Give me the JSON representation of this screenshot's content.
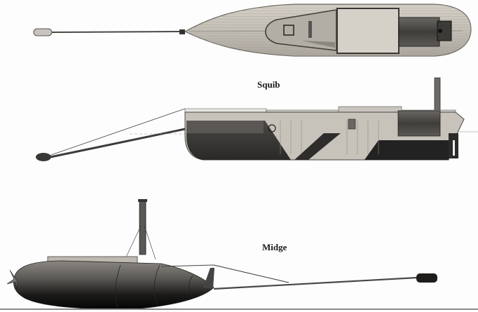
{
  "figure": {
    "labels": {
      "squib": "Squib",
      "midge": "Midge"
    },
    "views": [
      {
        "name": "squib-plan-view",
        "description": "Top (plan) view of Squib torpedo launch with spar torpedo"
      },
      {
        "name": "squib-profile-view",
        "description": "Side profile/section of Squib with funnel and spar torpedo"
      },
      {
        "name": "midge-profile-view",
        "description": "Side profile of Midge (David-type) torpedo boat with funnel and spar torpedo"
      }
    ],
    "colors": {
      "background": "#fdfdfd",
      "hull_light": "#c9c4bc",
      "hull_mid": "#8c8880",
      "hull_dark": "#3a3836",
      "hull_black": "#111111",
      "rule": "#8a8a8a"
    }
  }
}
